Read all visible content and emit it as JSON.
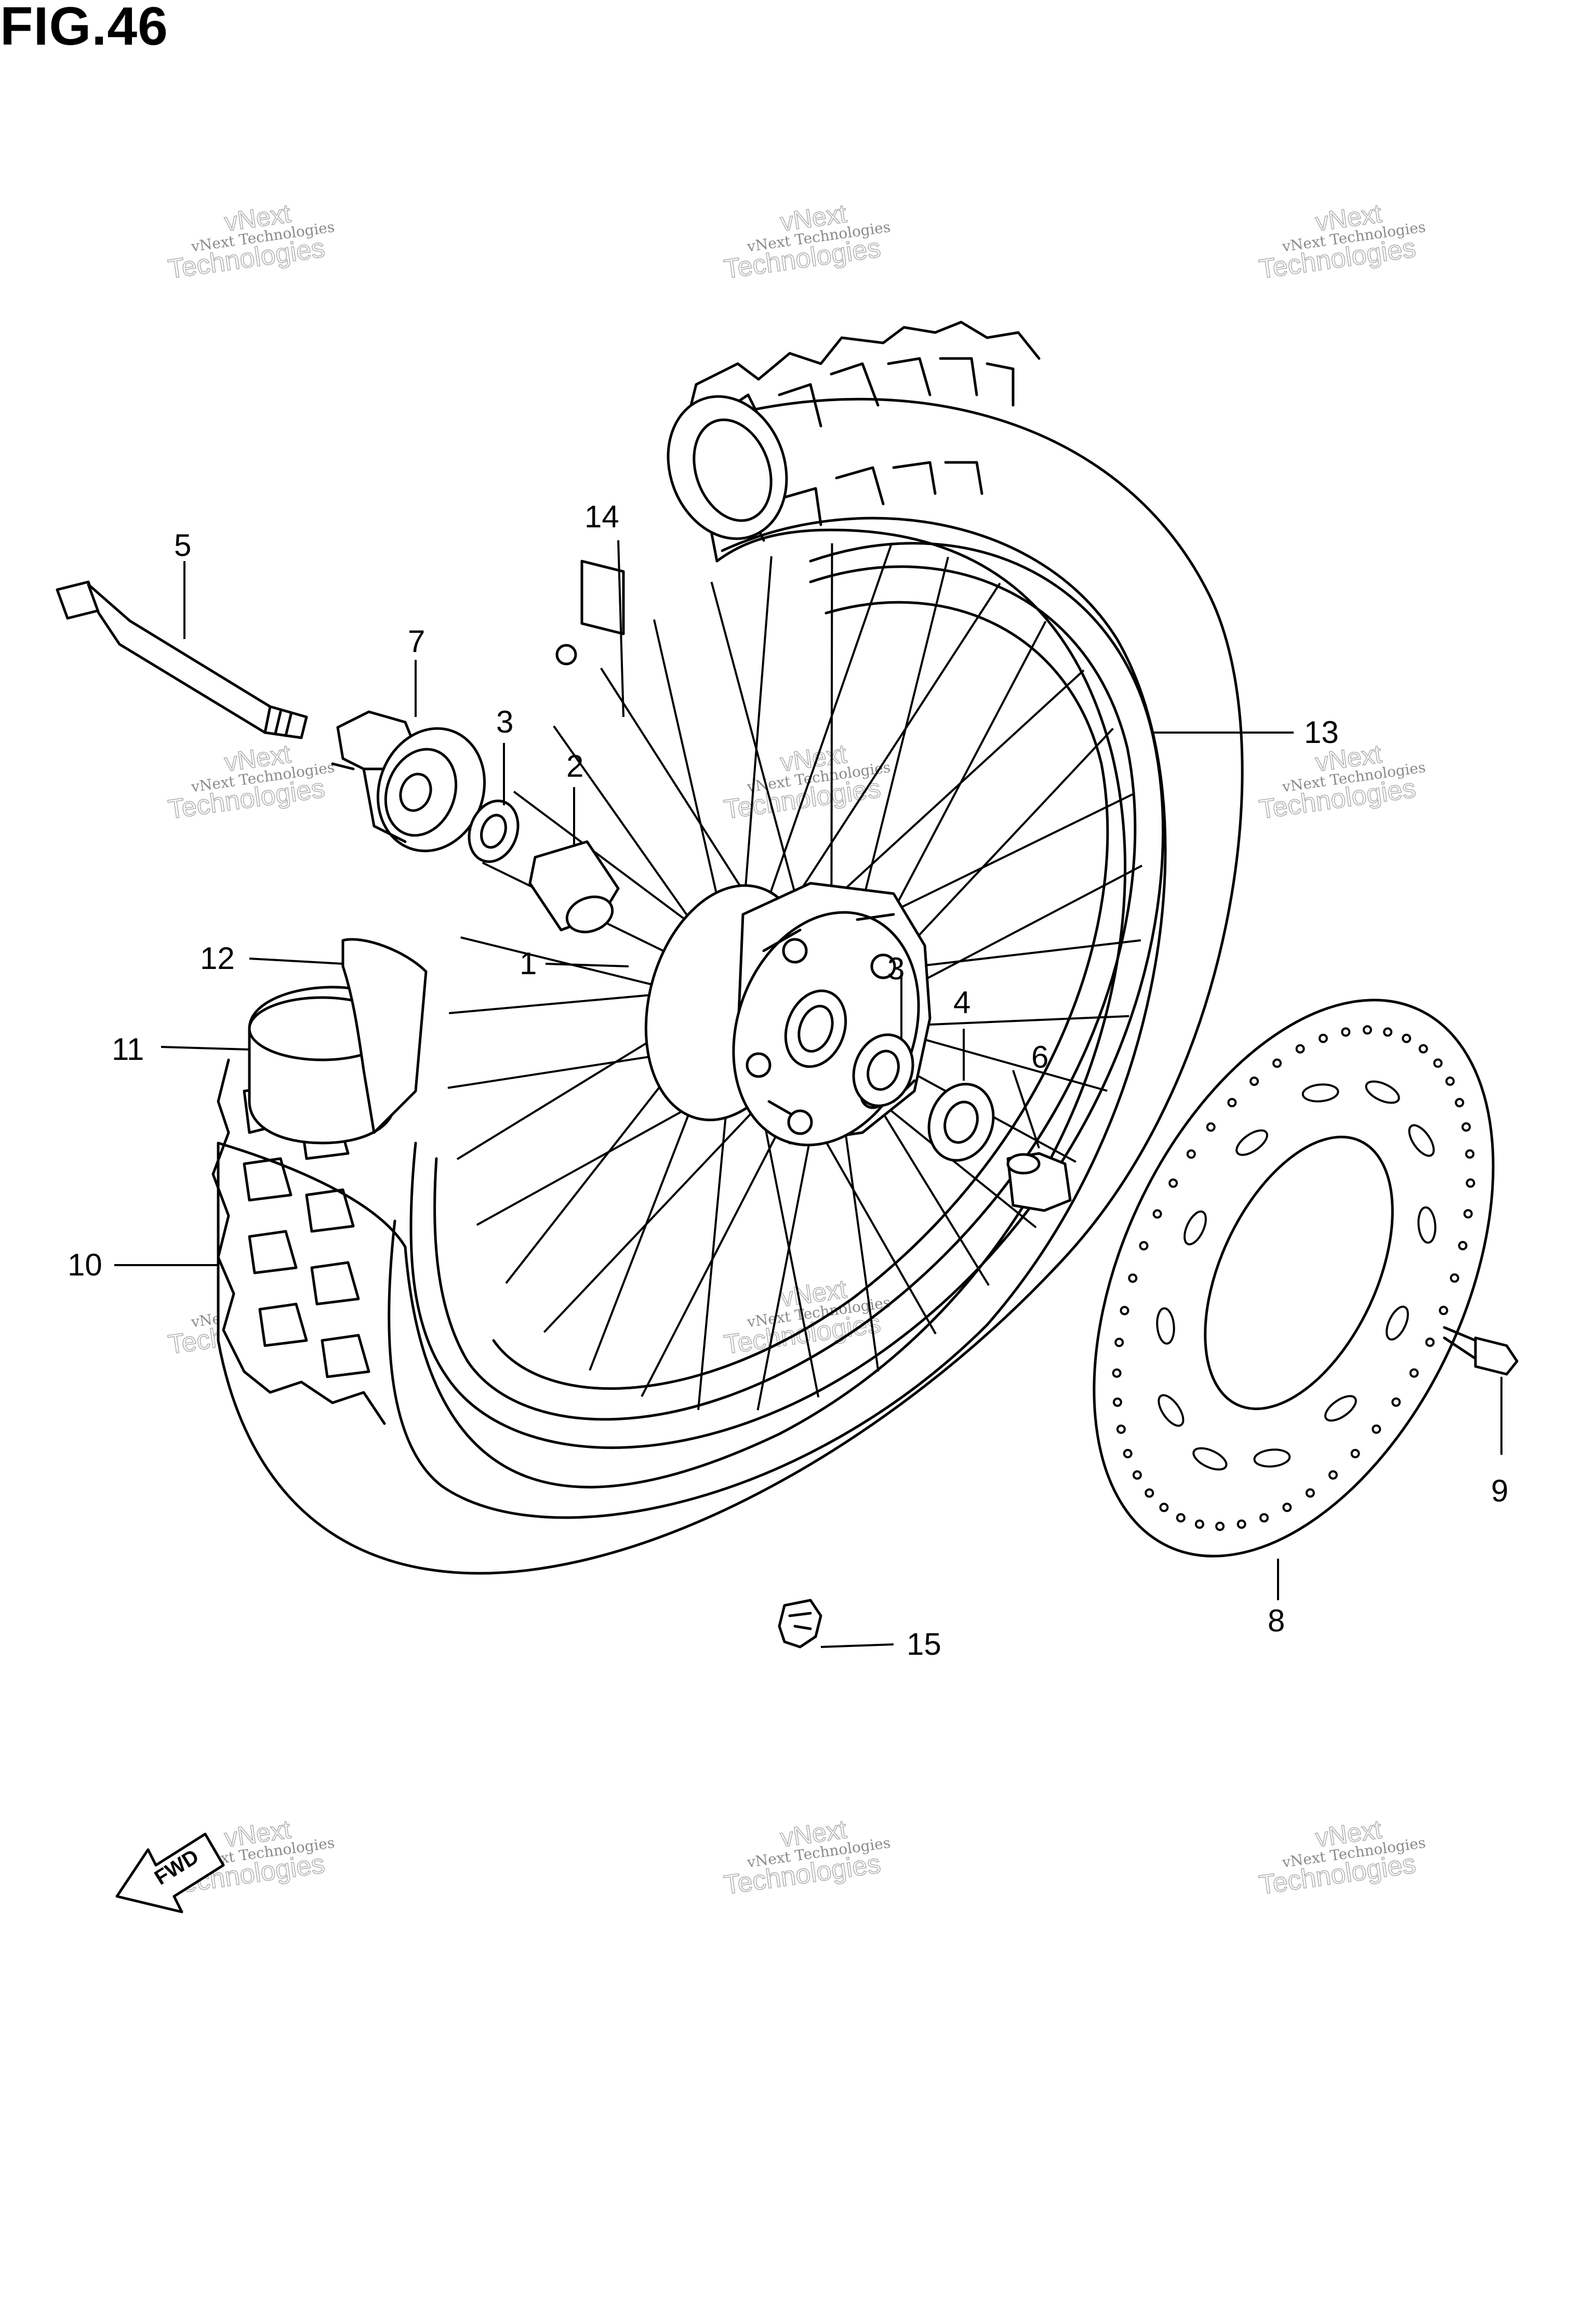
{
  "figure": {
    "title": "FIG.46"
  },
  "watermark": {
    "line1": "vNext",
    "line2": "vNext Technologies",
    "line3": "Technologies"
  },
  "fwd_label": "FWD",
  "callouts": [
    {
      "id": "callout-1",
      "text": "1"
    },
    {
      "id": "callout-2",
      "text": "2"
    },
    {
      "id": "callout-3a",
      "text": "3"
    },
    {
      "id": "callout-3b",
      "text": "3"
    },
    {
      "id": "callout-4",
      "text": "4"
    },
    {
      "id": "callout-5",
      "text": "5"
    },
    {
      "id": "callout-6",
      "text": "6"
    },
    {
      "id": "callout-7",
      "text": "7"
    },
    {
      "id": "callout-8",
      "text": "8"
    },
    {
      "id": "callout-9",
      "text": "9"
    },
    {
      "id": "callout-10",
      "text": "10"
    },
    {
      "id": "callout-11",
      "text": "11"
    },
    {
      "id": "callout-12",
      "text": "12"
    },
    {
      "id": "callout-13",
      "text": "13"
    },
    {
      "id": "callout-14",
      "text": "14"
    },
    {
      "id": "callout-15",
      "text": "15"
    }
  ]
}
